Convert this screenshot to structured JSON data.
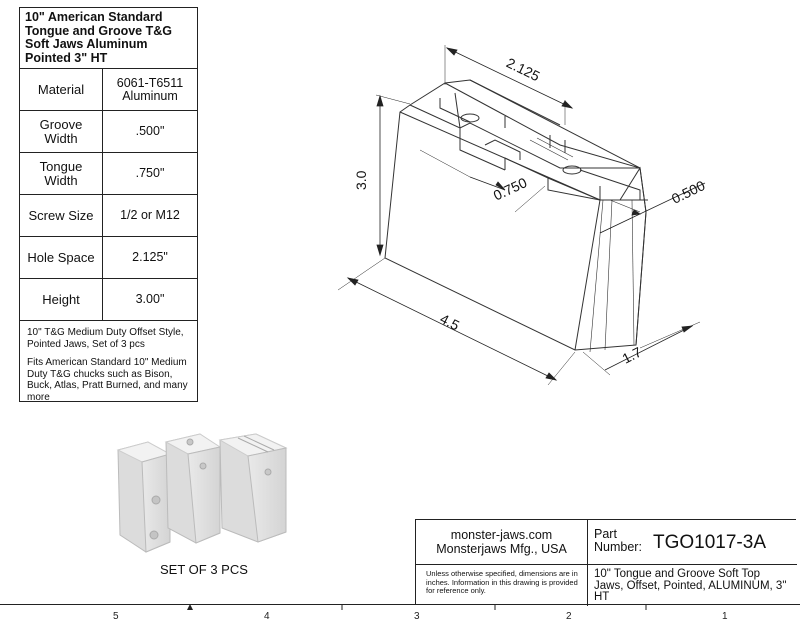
{
  "spec_table": {
    "title": "10\" American Standard Tongue and Groove T&G Soft Jaws Aluminum Pointed 3\" HT",
    "rows": [
      {
        "label": "Material",
        "value": "6061-T6511 Aluminum"
      },
      {
        "label": "Groove Width",
        "value": ".500\""
      },
      {
        "label": "Tongue Width",
        "value": ".750\""
      },
      {
        "label": "Screw Size",
        "value": "1/2 or M12"
      },
      {
        "label": "Hole Space",
        "value": "2.125\""
      },
      {
        "label": "Height",
        "value": "3.00\""
      }
    ],
    "note_1": "10\" T&G Medium Duty Offset Style, Pointed Jaws, Set of 3 pcs",
    "note_2": "Fits American Standard 10\" Medium Duty T&G chucks such as Bison, Buck, Atlas, Pratt Burned, and many more"
  },
  "dimensions": {
    "top_width": "2.125",
    "groove": "0.500",
    "tongue": "0.750",
    "height": "3.0",
    "length": "4.5",
    "depth": "1.7"
  },
  "set_caption": "SET OF 3 PCS",
  "title_block": {
    "company_site": "monster-jaws.com",
    "company_name": "Monsterjaws Mfg., USA",
    "part_label": "Part Number:",
    "part_number": "TGO1017-3A",
    "disclaimer": "Unless otherwise specified, dimensions are in inches.  Information in this drawing is provided for reference only.",
    "description": "10\" Tongue and Groove Soft Top Jaws, Offset, Pointed, ALUMINUM, 3\" HT"
  },
  "zones": [
    "5",
    "4",
    "3",
    "2",
    "1"
  ]
}
